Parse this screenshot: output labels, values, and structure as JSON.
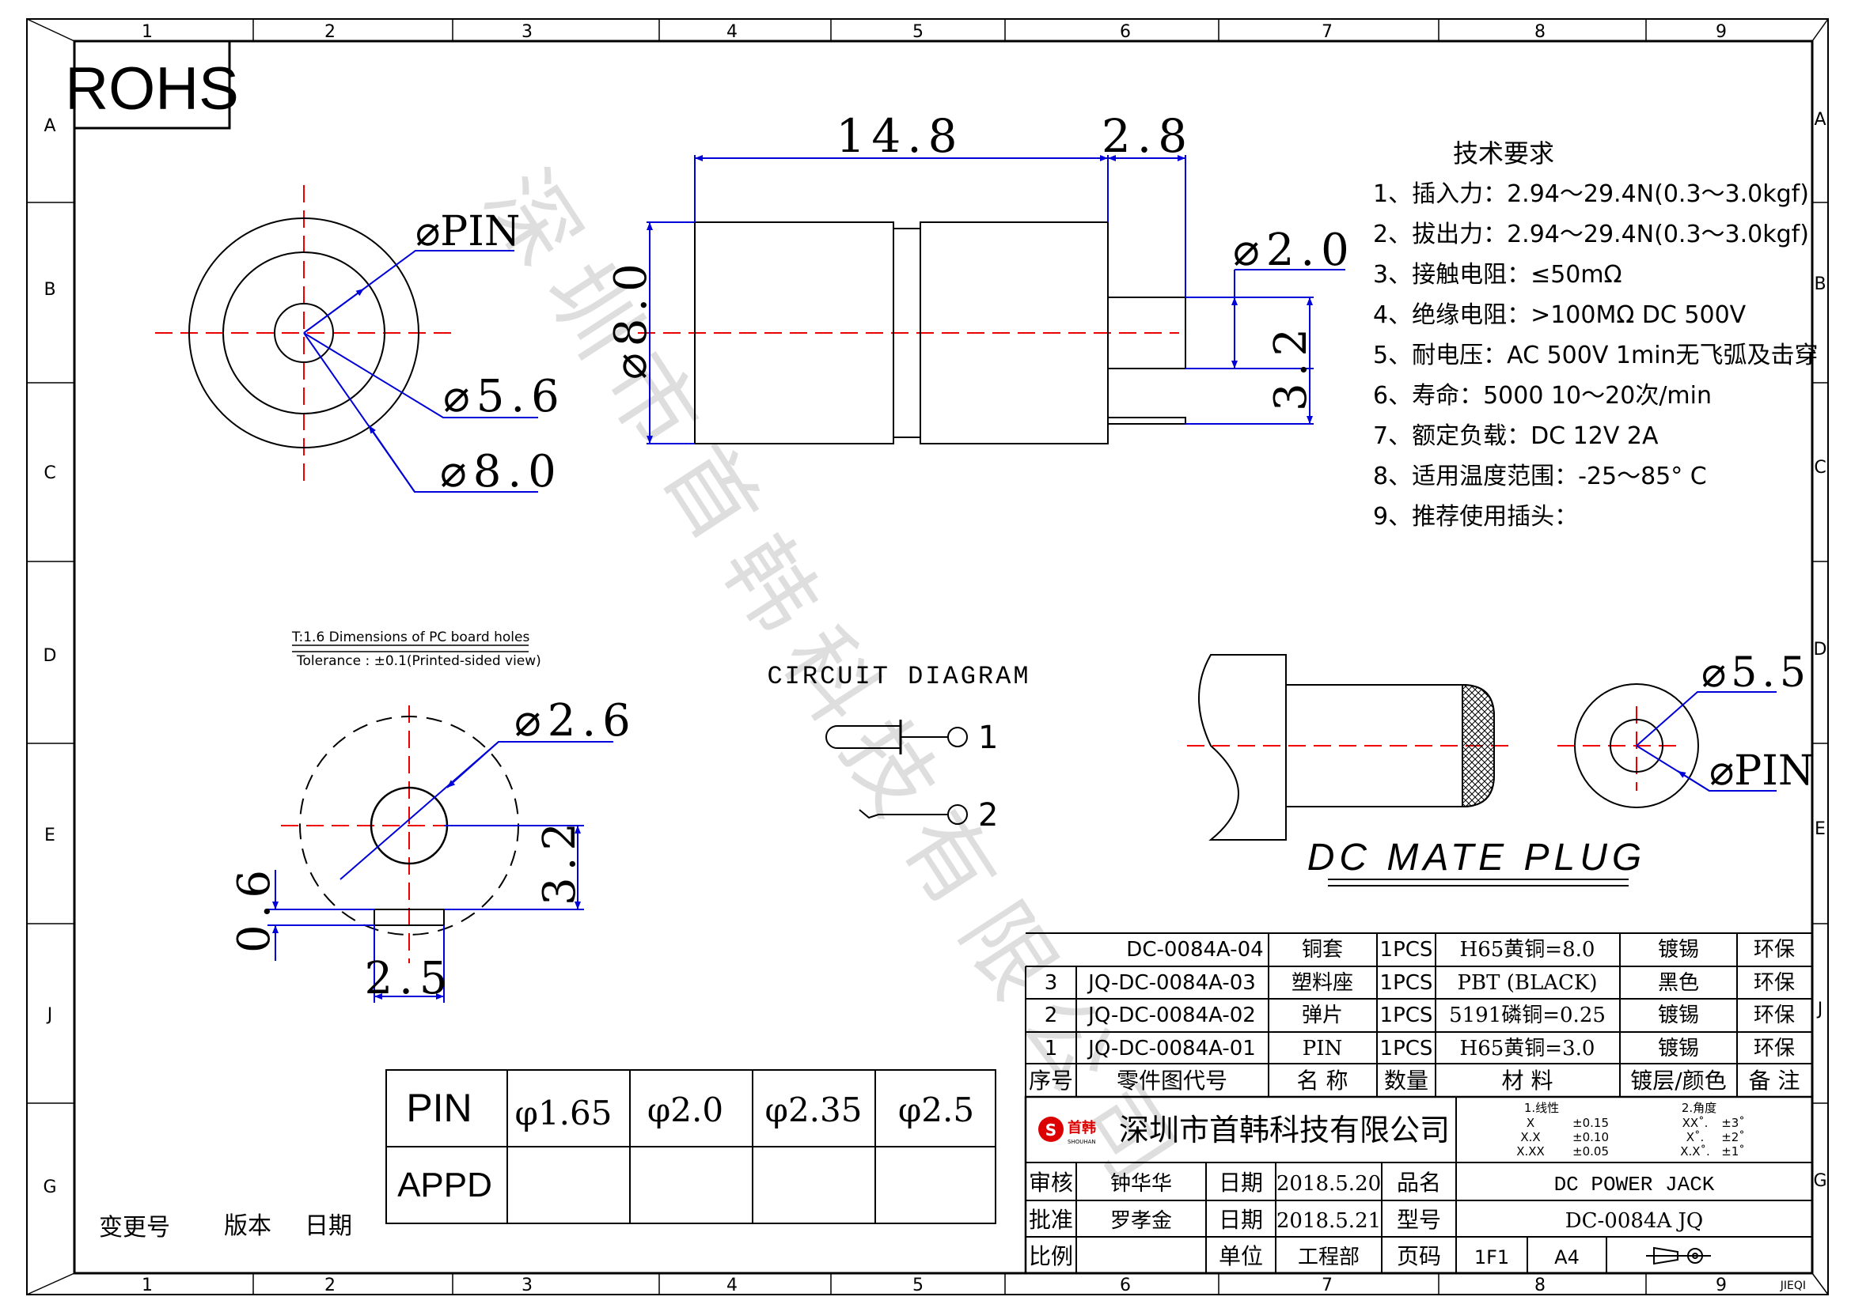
{
  "frame": {
    "cols": [
      "1",
      "2",
      "3",
      "4",
      "5",
      "6",
      "7",
      "8",
      "9"
    ],
    "rows": [
      "A",
      "B",
      "C",
      "D",
      "E",
      "J",
      "G"
    ],
    "corner_mark": "JIEQI"
  },
  "rohs": "ROHS",
  "watermark": "深圳市首韩科技有限公司",
  "front_view": {
    "pin": "⌀PIN",
    "d56": "⌀5.6",
    "d80": "⌀8.0"
  },
  "side_view": {
    "len1": "14.8",
    "len2": "2.8",
    "dia": "⌀8.0",
    "pin_dia": "⌀2.0",
    "pin_h": "3.2"
  },
  "tech": {
    "title": "技术要求",
    "items": [
      "1、插入力：2.94～29.4N(0.3～3.0kgf)",
      "2、拔出力：2.94～29.4N(0.3～3.0kgf)",
      "3、接触电阻：≤50mΩ",
      "4、绝缘电阻：>100MΩ DC  500V",
      "5、耐电压：AC  500V  1min无飞弧及击穿",
      "6、寿命：5000 10～20次/min",
      "7、额定负载：DC  12V  2A",
      "8、适用温度范围：-25～85° C",
      "9、推荐使用插头："
    ]
  },
  "pcb": {
    "line1": "T:1.6  Dimensions  of  PC  board  holes",
    "line2": "Tolerance : ±0.1(Printed-sided view)",
    "d26": "⌀2.6",
    "d32": "3.2",
    "d06": "0.6",
    "d25": "2.5"
  },
  "circuit": {
    "title": "CIRCUIT DIAGRAM",
    "p1": "1",
    "p2": "2"
  },
  "plug": {
    "d55": "⌀5.5",
    "pin": "⌀PIN",
    "title": "DC  MATE  PLUG"
  },
  "bom": {
    "rows": [
      {
        "no": "",
        "part": "DC-0084A-04",
        "name": "铜套",
        "qty": "1PCS",
        "mat": "H65黄铜=8.0",
        "finish": "镀锡",
        "env": "环保"
      },
      {
        "no": "3",
        "part": "JQ-DC-0084A-03",
        "name": "塑料座",
        "qty": "1PCS",
        "mat": "PBT (BLACK)",
        "finish": "黑色",
        "env": "环保"
      },
      {
        "no": "2",
        "part": "JQ-DC-0084A-02",
        "name": "弹片",
        "qty": "1PCS",
        "mat": "5191磷铜=0.25",
        "finish": "镀锡",
        "env": "环保"
      },
      {
        "no": "1",
        "part": "JQ-DC-0084A-01",
        "name": "PIN",
        "qty": "1PCS",
        "mat": "H65黄铜=3.0",
        "finish": "镀锡",
        "env": "环保"
      }
    ],
    "header": {
      "no": "序号",
      "part": "零件图代号",
      "name": "名 称",
      "qty": "数量",
      "mat": "材 料",
      "finish": "镀层/颜色",
      "env": "备 注"
    }
  },
  "title_block": {
    "company": "深圳市首韩科技有限公司",
    "logo_text": "首韩",
    "logo_sub": "SHOUHAN",
    "tol1_title": "1.线性",
    "tol1": [
      [
        "X",
        "±0.15"
      ],
      [
        "X.X",
        "±0.10"
      ],
      [
        "X.XX",
        "±0.05"
      ]
    ],
    "tol2_title": "2.角度",
    "tol2": [
      [
        "XX˚.",
        "±3˚"
      ],
      [
        "X˚.",
        "±2˚"
      ],
      [
        "X.X˚.",
        "±1˚"
      ]
    ],
    "review_label": "审核",
    "reviewer": "钟华华",
    "date_label": "日期",
    "review_date": "2018.5.20",
    "product_label": "品名",
    "product": "DC POWER JACK",
    "approve_label": "批准",
    "approver": "罗孝金",
    "approve_date": "2018.5.21",
    "model_label": "型号",
    "model": "DC-0084A JQ",
    "scale_label": "比例",
    "unit_label": "单位",
    "unit": "工程部",
    "page_label": "页码",
    "page": "1F1",
    "paper": "A4"
  },
  "pin_table": {
    "row1_label": "PIN",
    "row2_label": "APPD",
    "values": [
      "φ1.65",
      "φ2.0",
      "φ2.35",
      "φ2.5"
    ]
  },
  "revision": {
    "change": "变更号",
    "version": "版本",
    "date": "日期"
  }
}
